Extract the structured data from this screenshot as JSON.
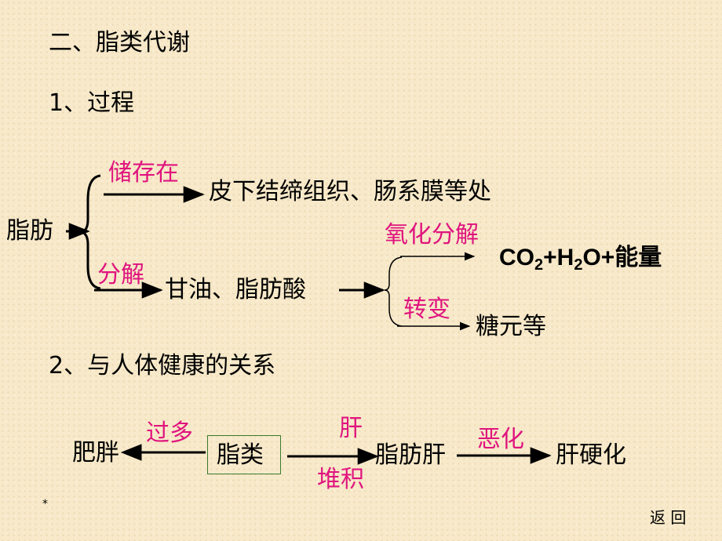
{
  "heading": "二、脂类代谢",
  "section1": "1、过程",
  "section2": "2、与人体健康的关系",
  "process": {
    "source": "脂肪",
    "store_label": "储存在",
    "store_target": "皮下结缔组织、肠系膜等处",
    "decompose_label": "分解",
    "decompose_target": "甘油、脂肪酸",
    "oxidize_label": "氧化分解",
    "oxidize_product": {
      "co": "CO",
      "sub1": "2",
      "plus_h": "+H",
      "sub2": "2",
      "rest": "O+能量"
    },
    "convert_label": "转变",
    "convert_target": "糖元等"
  },
  "health": {
    "center": "脂类",
    "excess_label": "过多",
    "obesity": "肥胖",
    "liver_top": "肝",
    "liver_bottom": "堆积",
    "fatty_liver": "脂肪肝",
    "worsen_label": "恶化",
    "cirrhosis": "肝硬化"
  },
  "footer": {
    "marker": "*",
    "back_link": "返  回"
  },
  "colors": {
    "accent_pink": "#e0147e",
    "box_border": "#3b7a2e",
    "background": "#f7e9c9"
  }
}
